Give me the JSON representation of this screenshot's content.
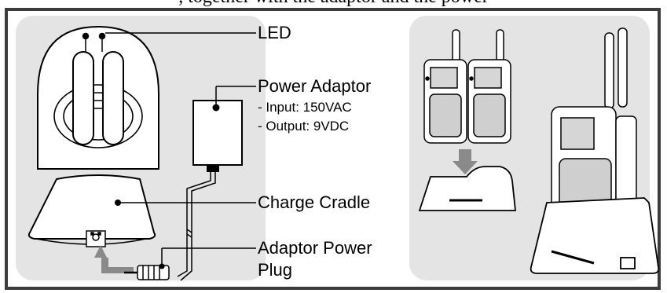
{
  "cropped_top_text": ", together with the adaptor and the power",
  "callouts": {
    "led": "LED",
    "power_adaptor": "Power Adaptor",
    "input": "- Input: 150VAC",
    "output": "- Output: 9VDC",
    "charge_cradle": "Charge Cradle",
    "plug_line1": "Adaptor Power",
    "plug_line2": "Plug"
  },
  "colors": {
    "panel_bg": "#e4e4e4",
    "frame": "#3c3c3c",
    "arrow": "#8a8a8a",
    "line": "#000000"
  }
}
